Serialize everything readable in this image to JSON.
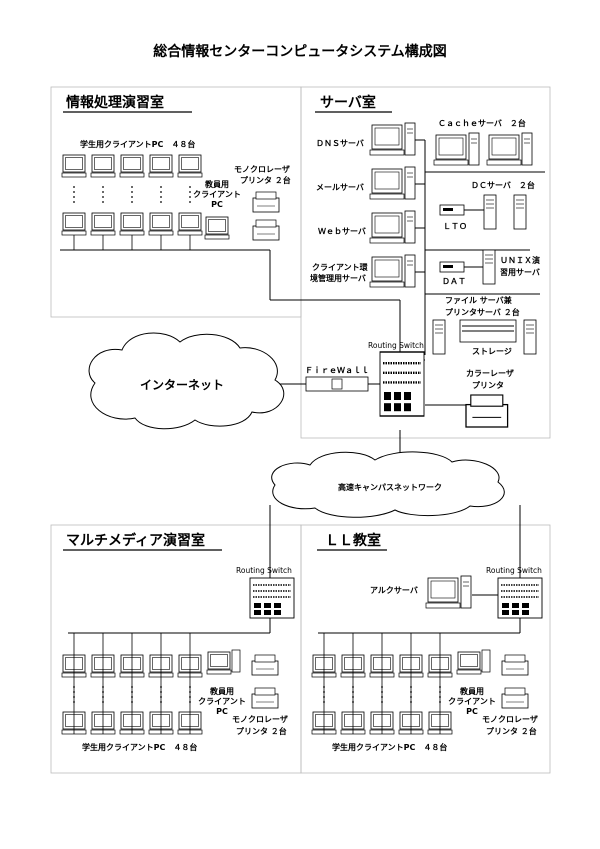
{
  "title": "総合情報センターコンピュータシステム構成図",
  "rooms": {
    "info_lab": "情報処理演習室",
    "server_room": "サーバ室",
    "multimedia_lab": "マルチメディア演習室",
    "ll_room": "ＬＬ教室"
  },
  "labels": {
    "student_pc_top": "学生用クライアントPC　４８台",
    "teacher_pc_top": [
      "教員用",
      "クライアント",
      "PC"
    ],
    "mono_printer_top": [
      "モノクロレーザ",
      "プリンタ ２台"
    ],
    "dns": "ＤＮＳサーバ",
    "mail": "メールサーバ",
    "web": "Ｗｅｂサーバ",
    "client_mgmt": [
      "クライアント環",
      "境管理用サーバ"
    ],
    "cache": "Ｃａｃｈｅサーバ　２台",
    "dc": "ＤＣサーバ　２台",
    "lto": "ＬＴＯ",
    "dat": "ＤＡＴ",
    "unix": [
      "ＵＮＩＸ演",
      "習用サーバ"
    ],
    "fileserver": [
      "ファイル サーバ兼",
      "プリンタサーバ ２台"
    ],
    "storage": "ストレージ",
    "color_printer": [
      "カラーレーザ",
      "プリンタ"
    ],
    "routing_switch": "Routing Switch",
    "firewall": "ＦｉｒｅＷａｌｌ",
    "internet": "インターネット",
    "campus_net": "高速キャンパスネットワーク",
    "routing_switch_mm": "Routing Switch",
    "routing_switch_ll": "Routing Switch",
    "arc_server": "アルクサーバ",
    "teacher_pc_mm": [
      "教員用",
      "クライアント",
      "PC"
    ],
    "mono_printer_mm": [
      "モノクロレーザ",
      "プリンタ ２台"
    ],
    "student_pc_mm": "学生用クライアントPC　４８台",
    "teacher_pc_ll": [
      "教員用",
      "クライアント",
      "PC"
    ],
    "mono_printer_ll": [
      "モノクロレーザ",
      "プリンタ ２台"
    ],
    "student_pc_ll": "学生用クライアントPC　４８台"
  }
}
